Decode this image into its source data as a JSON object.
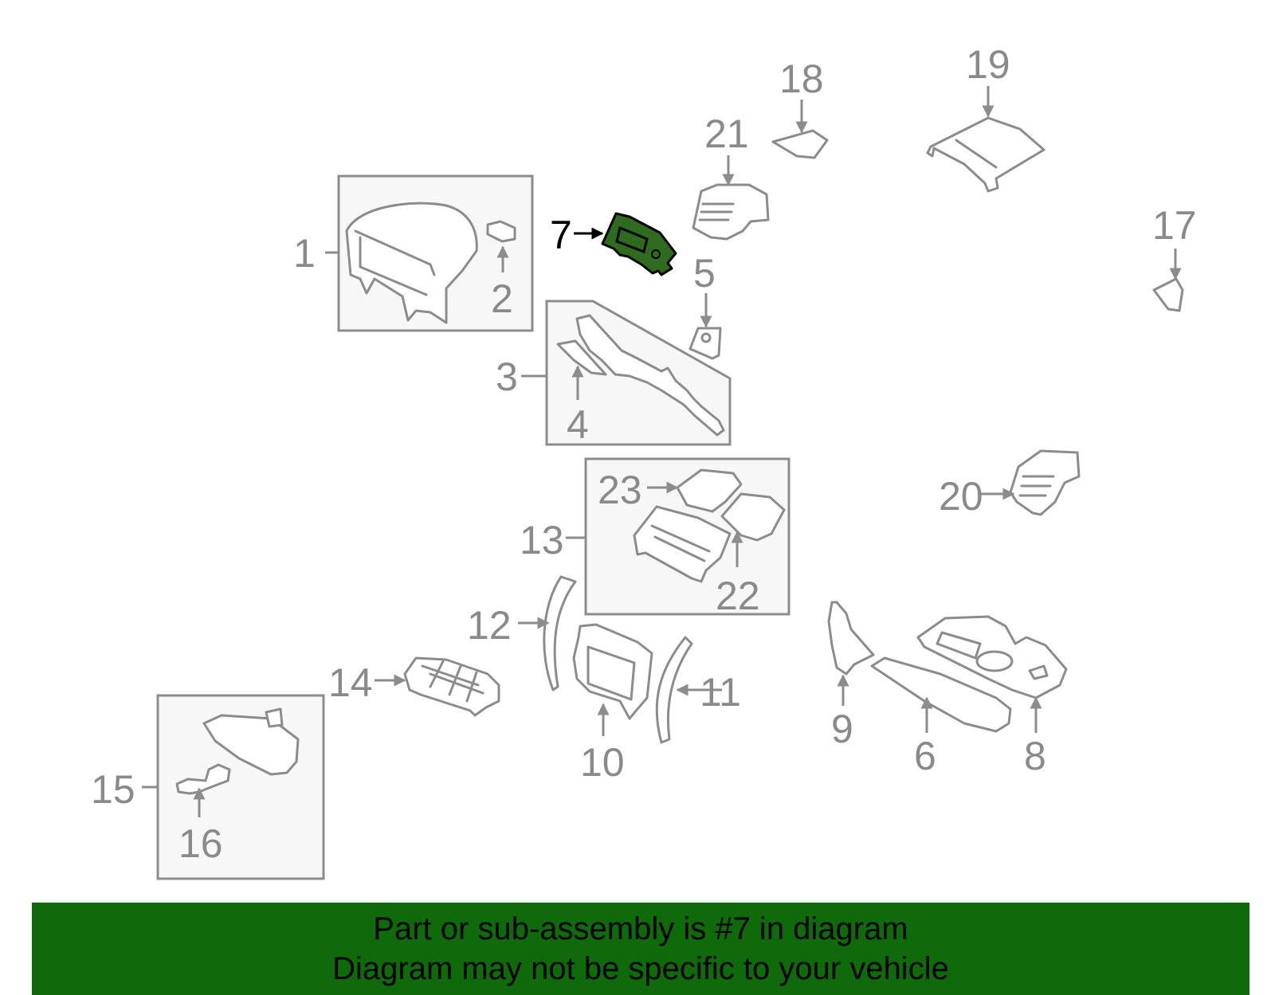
{
  "highlighted_part": "7",
  "callouts": {
    "c1": "1",
    "c2": "2",
    "c3": "3",
    "c4": "4",
    "c5": "5",
    "c6": "6",
    "c7": "7",
    "c8": "8",
    "c9": "9",
    "c10": "10",
    "c11": "11",
    "c12": "12",
    "c13": "13",
    "c14": "14",
    "c15": "15",
    "c16": "16",
    "c17": "17",
    "c18": "18",
    "c19": "19",
    "c20": "20",
    "c21": "21",
    "c22": "22",
    "c23": "23"
  },
  "banner": {
    "line1": "Part or sub-assembly is #7 in diagram",
    "line2": "Diagram may not be specific to your vehicle"
  },
  "colors": {
    "highlight_fill": "#2f6b1e",
    "banner_bg": "#0f6a0a",
    "line_gray": "#8c8c8c"
  }
}
